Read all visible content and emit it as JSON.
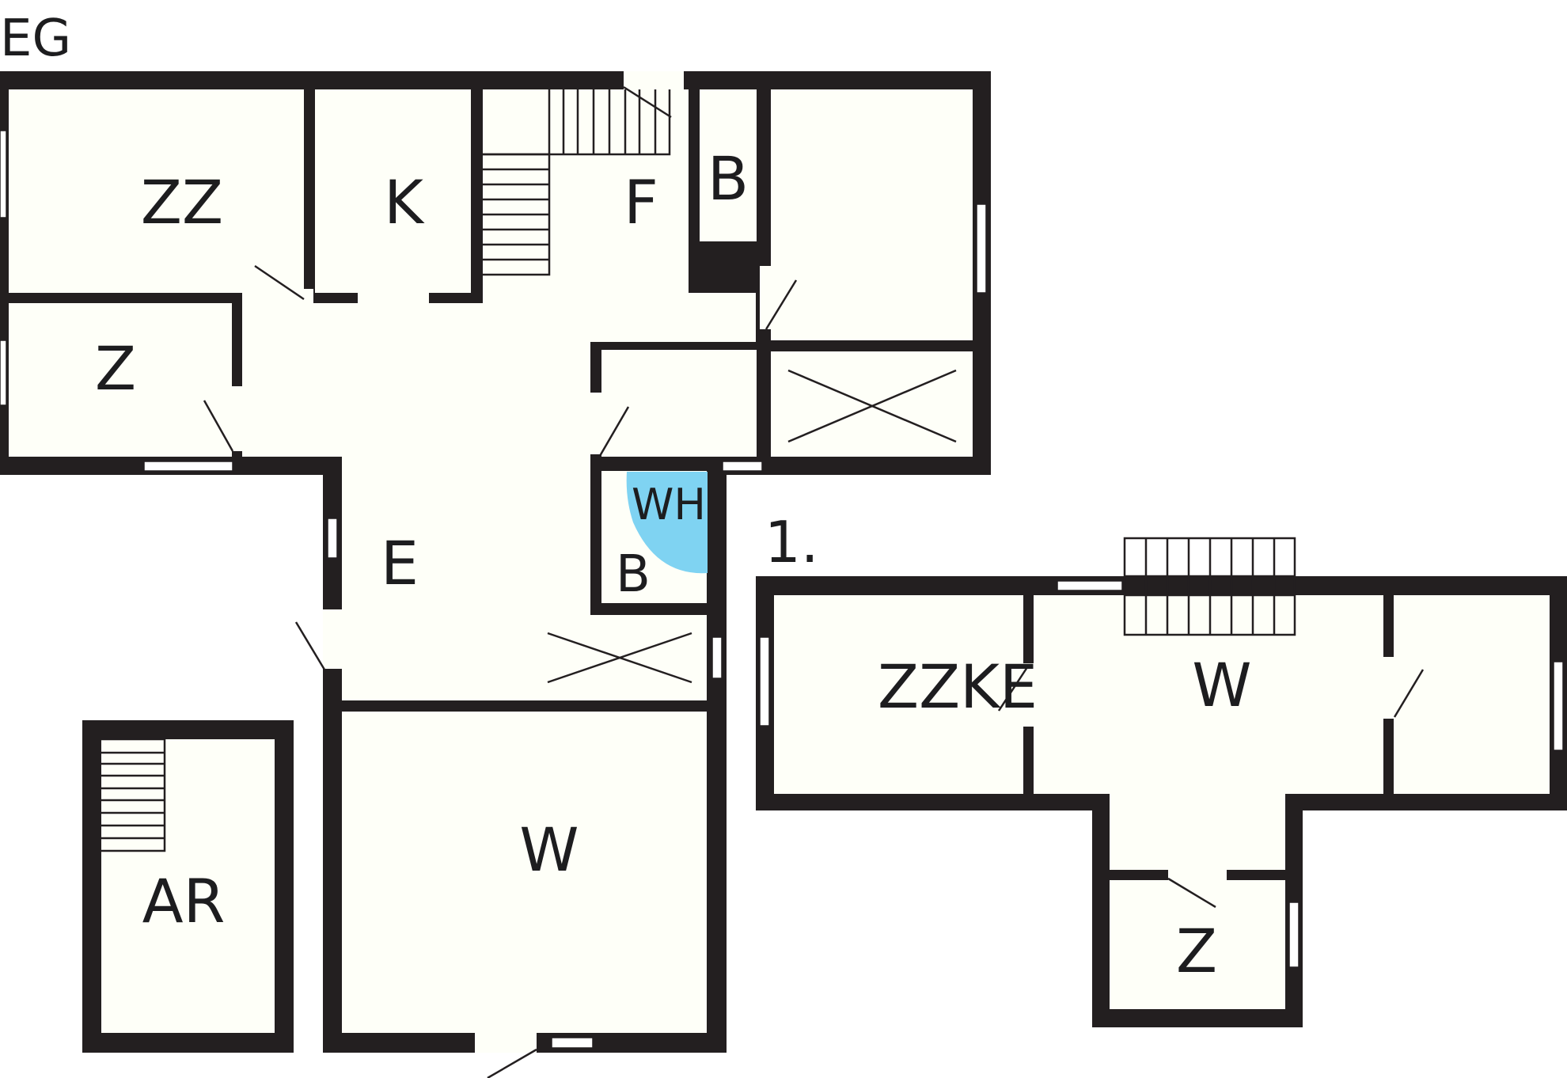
{
  "floors": [
    {
      "label": "EG"
    },
    {
      "label": "1."
    }
  ],
  "rooms": {
    "eg_zz": "ZZ",
    "eg_k": "K",
    "eg_f": "F",
    "eg_b_top": "B",
    "eg_z": "Z",
    "eg_e": "E",
    "eg_wh": "WH",
    "eg_b": "B",
    "eg_w": "W",
    "eg_ar": "AR",
    "og_zzke": "ZZKE",
    "og_w": "W",
    "og_z": "Z"
  },
  "colors": {
    "wall": "#231f20",
    "floor": "#fefff8",
    "washing_area": "#7fd3f2"
  }
}
